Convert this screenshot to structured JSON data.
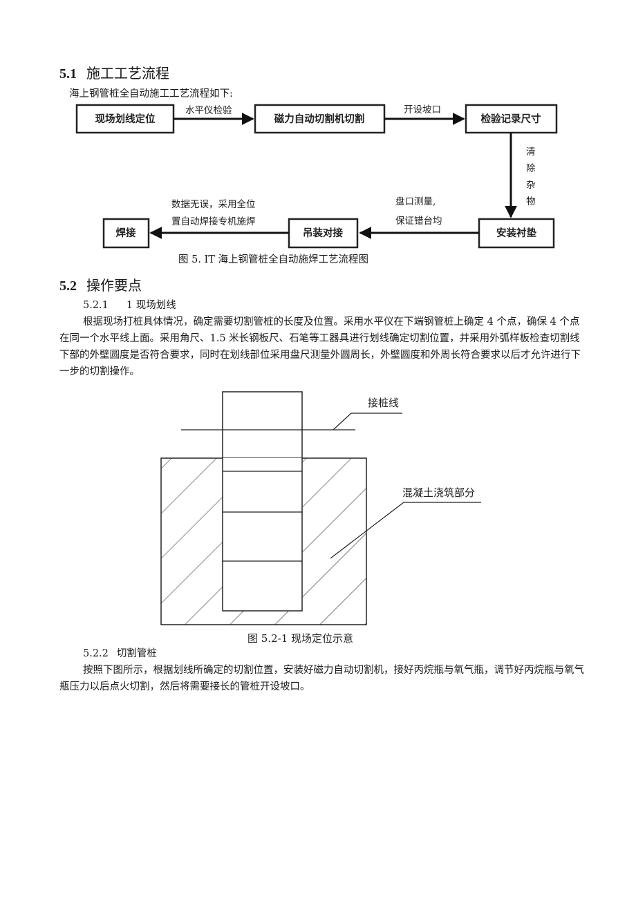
{
  "sec51": {
    "num": "5.1",
    "title": "施工工艺流程"
  },
  "intro": "海上钢管桩全自动施工工艺流程如下:",
  "flow": {
    "boxes": [
      "现场划线定位",
      "磁力自动切割机切割",
      "检验记录尺寸",
      "安装衬垫",
      "吊装对接",
      "焊接"
    ],
    "arrow_labels": [
      "水平仪检验",
      "开设坡口",
      "清",
      "除",
      "杂",
      "物",
      "盘口测量,",
      "保证错台均",
      "数据无误，采用全位",
      "置自动焊接专机施焊"
    ]
  },
  "fig51_caption": "图 5. IT 海上钢管桩全自动施焊工艺流程图",
  "sec52": {
    "num": "5.2",
    "title": "操作要点"
  },
  "s521": {
    "num": "5.2.1",
    "title": "1 现场划线"
  },
  "p521": "根据现场打桩具体情况，确定需要切割管桩的长度及位置。采用水平仪在下端钢管桩上确定 4 个点，确保 4 个点在同一个水平线上面。采用角尺、1.5 米长钢板尺、石笔等工器具进行划线确定切割位置，并采用外弧样板检查切割线下部的外壁圆度是否符合要求，同时在划线部位采用盘尺测量外圆周长，外壁圆度和外周长符合要求以后才允许进行下一步的切割操作。",
  "fig521": {
    "label_line": "接桩线",
    "label_concrete": "混凝土浇筑部分",
    "caption": "图 5.2-1 现场定位示意"
  },
  "s522": {
    "num": "5.2.2",
    "title": "切割管桩"
  },
  "p522": "按照下图所示，根据划线所确定的切割位置，安装好磁力自动切割机，接好丙烷瓶与氧气瓶，调节好丙烷瓶与氧气瓶压力以后点火切割，然后将需要接长的管桩开设坡口。"
}
